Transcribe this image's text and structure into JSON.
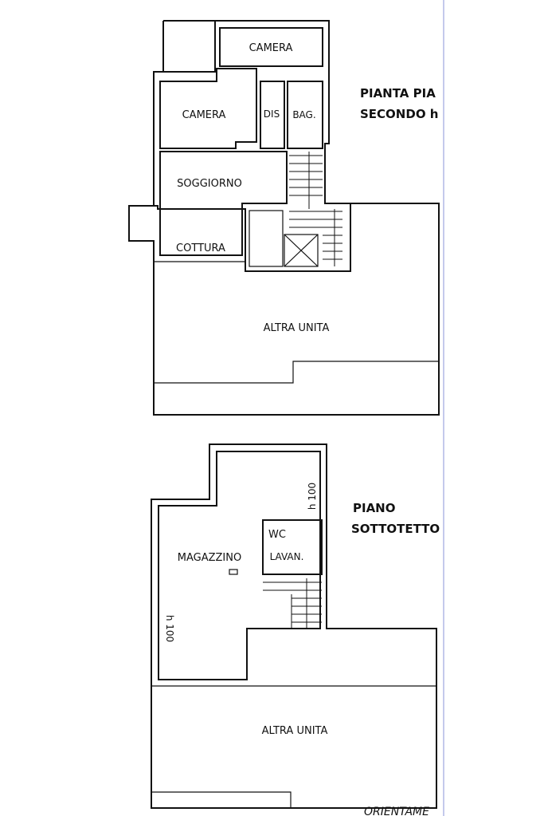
{
  "upper_plan": {
    "title_line1": "PIANTA PIA",
    "title_line2": "SECONDO h",
    "rooms": {
      "camera_top": "CAMERA",
      "camera_left": "CAMERA",
      "dis": "DIS",
      "bagno": "BAG.",
      "soggiorno": "SOGGIORNO",
      "cottura": "COTTURA",
      "altra_unita": "ALTRA  UNITA"
    }
  },
  "lower_plan": {
    "title_line1": "PIANO",
    "title_line2": "SOTTOTETTO",
    "rooms": {
      "wc": "WC",
      "lavan": "LAVAN.",
      "magazzino": "MAGAZZINO",
      "altra_unita": "ALTRA  UNITA"
    },
    "heights": {
      "right": "h 100",
      "left": "h 100"
    }
  },
  "footer": {
    "orientation_label": "ORIENTAME"
  }
}
